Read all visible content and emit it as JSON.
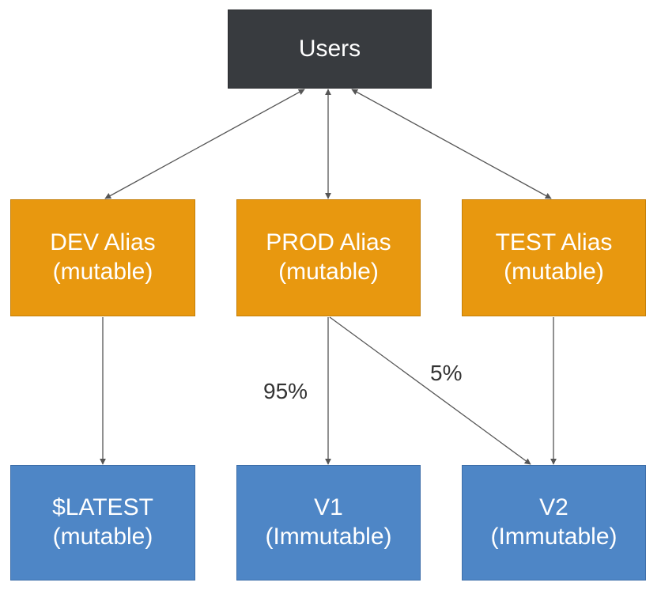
{
  "nodes": {
    "users": {
      "label": "Users"
    },
    "dev_alias": {
      "line1": "DEV Alias",
      "line2": "(mutable)"
    },
    "prod_alias": {
      "line1": "PROD Alias",
      "line2": "(mutable)"
    },
    "test_alias": {
      "line1": "TEST Alias",
      "line2": "(mutable)"
    },
    "latest": {
      "line1": "$LATEST",
      "line2": "(mutable)"
    },
    "v1": {
      "line1": "V1",
      "line2": "(Immutable)"
    },
    "v2": {
      "line1": "V2",
      "line2": "(Immutable)"
    }
  },
  "edges": {
    "prod_to_v1_weight": "95%",
    "prod_to_v2_weight": "5%"
  },
  "colors": {
    "users": "#383b3f",
    "alias": "#e8980f",
    "version": "#4e86c6",
    "connector": "#555555"
  }
}
